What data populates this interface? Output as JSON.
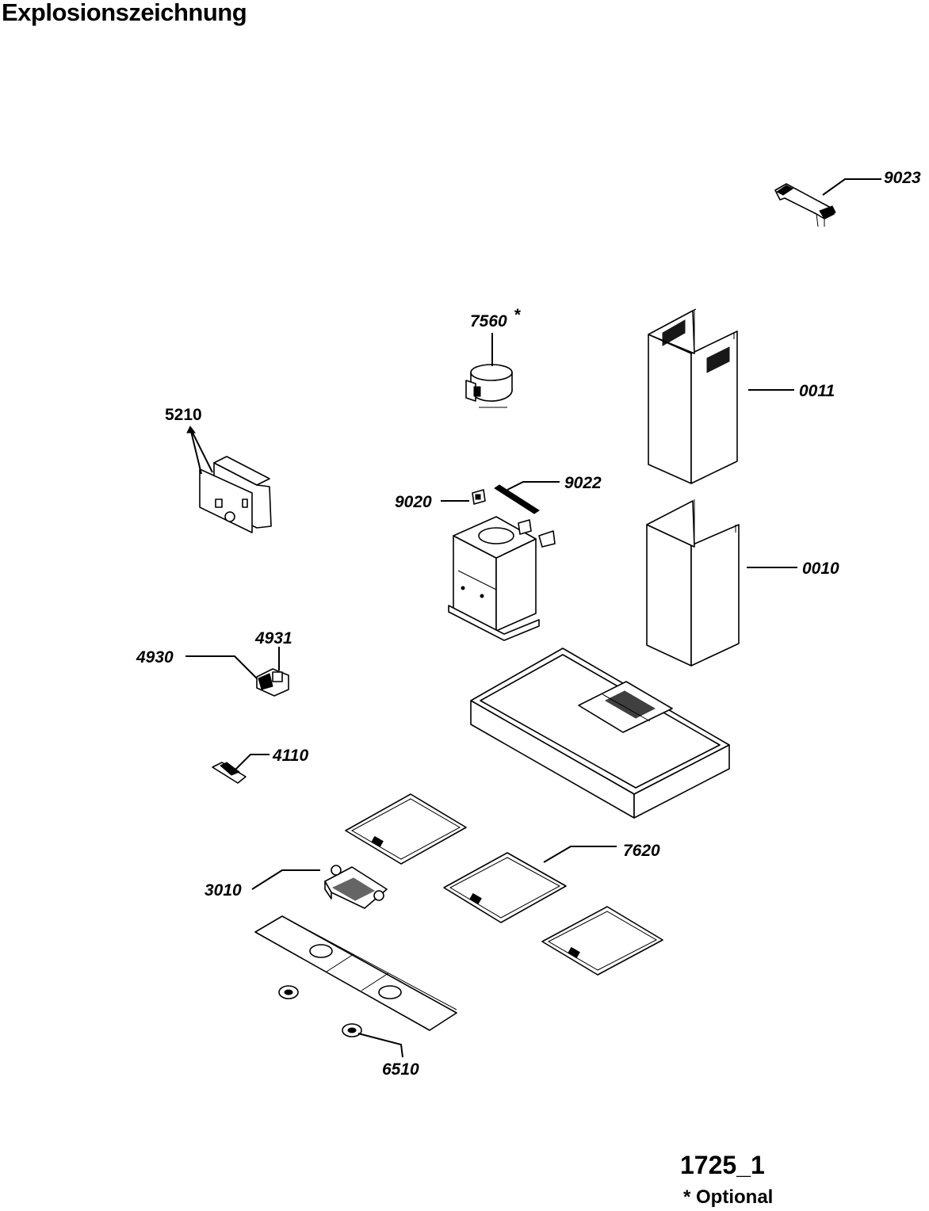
{
  "title": "Explosionszeichnung",
  "drawing_id": "1725_1",
  "note": "* Optional",
  "labels": {
    "l9023": "9023",
    "l7560": "7560",
    "l7560_star": "*",
    "l0011": "0011",
    "l5210": "5210",
    "l9020": "9020",
    "l9022": "9022",
    "l0010": "0010",
    "l4931": "4931",
    "l4930": "4930",
    "l4110": "4110",
    "l7620": "7620",
    "l3010": "3010",
    "l6510": "6510"
  }
}
